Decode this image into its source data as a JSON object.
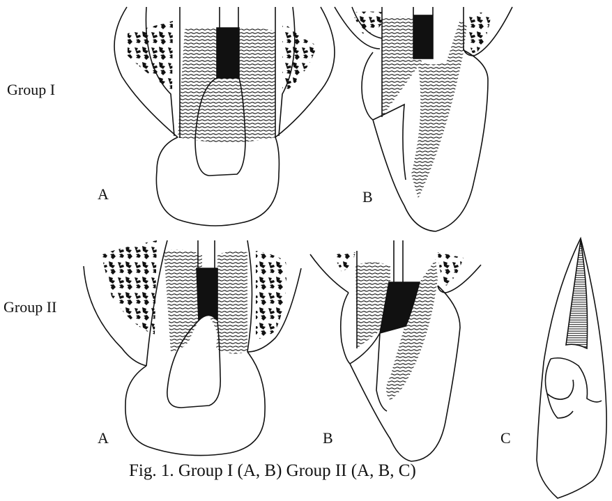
{
  "figure": {
    "group_labels": {
      "group1": "Group I",
      "group2": "Group II"
    },
    "panel_labels": {
      "g1a": "A",
      "g1b": "B",
      "g2a": "A",
      "g2b": "B",
      "g2c": "C"
    },
    "caption": "Fig. 1. Group I (A, B) Group II (A, B, C)"
  },
  "colors": {
    "ink": "#111111",
    "paper": "#ffffff"
  }
}
